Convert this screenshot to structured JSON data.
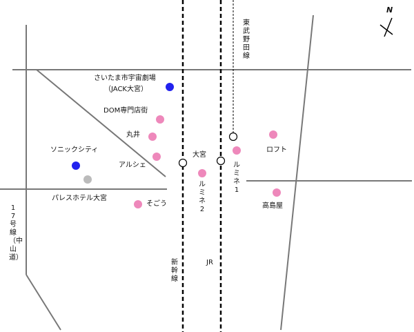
{
  "map": {
    "compass": {
      "letter": "N"
    },
    "places": {
      "saitama_space_theater": "さいたま市宇宙劇場",
      "jack_omiya": "（JACK大宮）",
      "dom": "DOM専門店街",
      "marui": "丸井",
      "arche": "アルシェ",
      "sonic_city": "ソニックシティ",
      "palace_hotel": "パレスホテル大宮",
      "sogo": "そごう",
      "omiya_station": "大宮",
      "lumine2": "ルミネ2",
      "lumine1": "ルミネ1",
      "loft": "ロフト",
      "takashimaya": "高島屋"
    },
    "lines": {
      "tobu_noda": "東武野田線",
      "shinkansen": "新幹線",
      "jr": "JR",
      "route17": "17号線（中山道）"
    },
    "colors": {
      "pink": "#ee88bb",
      "blue": "#2222ee",
      "gray": "#bbbbbb",
      "road": "#777777"
    }
  }
}
